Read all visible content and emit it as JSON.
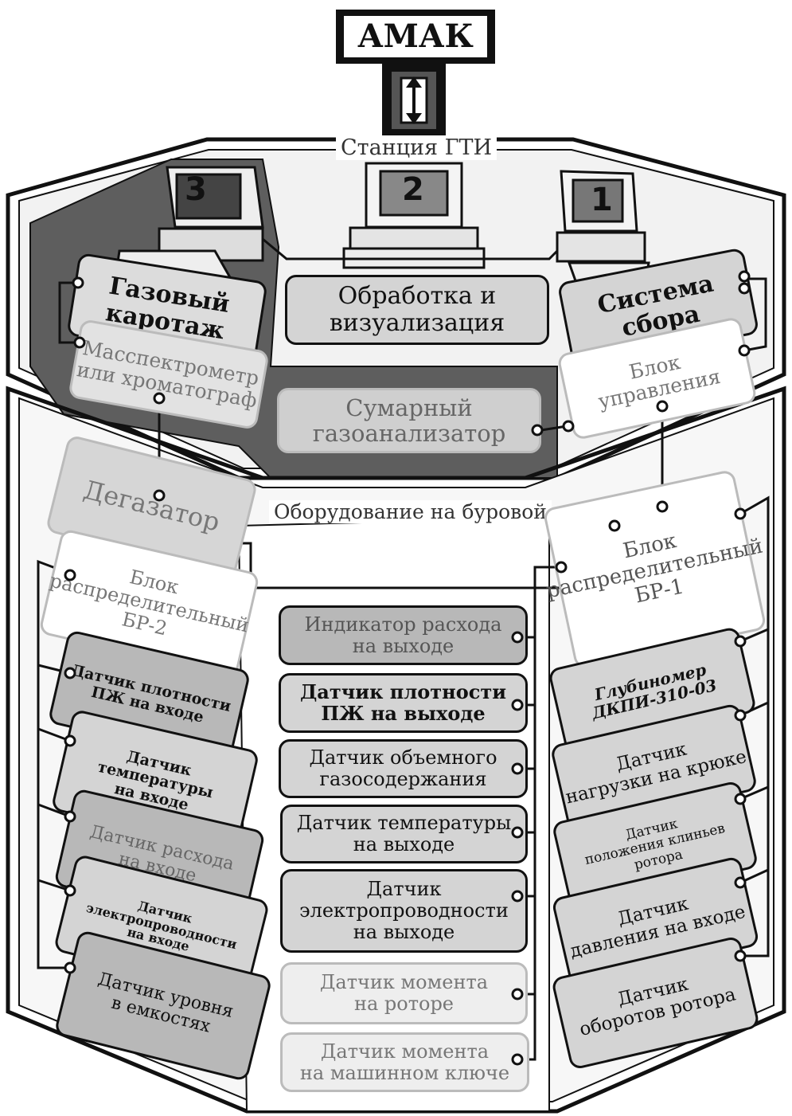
{
  "top": {
    "amak": "АМАК",
    "station": "Станция ГТИ",
    "rig_caption": "Оборудование на буровой"
  },
  "computers": [
    {
      "num": "3"
    },
    {
      "num": "2"
    },
    {
      "num": "1"
    }
  ],
  "station_blocks": {
    "gas_logging": "Газовый каротаж",
    "processing": "Обработка и\nвизуализация",
    "collection": "Система сбора",
    "mass_spec": "Масспектрометр\nили хроматограф",
    "gas_analyzer": "Сумарный\nгазоанализатор",
    "control_unit": "Блок\nуправления"
  },
  "rig_blocks": {
    "degasser": "Дегазатор",
    "br2": "Блок\nраспределительный БР-2",
    "br1": "Блок\nраспределительный\nБР-1"
  },
  "left_sensors": [
    "Датчик плотности\nПЖ на входе",
    "Датчик температуры\nна входе",
    "Датчик расхода\nна входе",
    "Датчик электропроводности\nна входе",
    "Датчик уровня\nв емкостях"
  ],
  "center_sensors": [
    "Индикатор расхода\nна выходе",
    "Датчик плотности\nПЖ на выходе",
    "Датчик объемного\nгазосодержания",
    "Датчик температуры\nна выходе",
    "Датчик\nэлектропроводности\nна выходе",
    "Датчик момента\nна роторе",
    "Датчик момента\nна машинном  ключе"
  ],
  "right_sensors": [
    "Глубиномер\nДКПИ-310-03",
    "Датчик\nнагрузки на крюке",
    "Датчик\nположения клиньев ротора",
    "Датчик\nдавления на входе",
    "Датчик\nоборотов ротора"
  ]
}
